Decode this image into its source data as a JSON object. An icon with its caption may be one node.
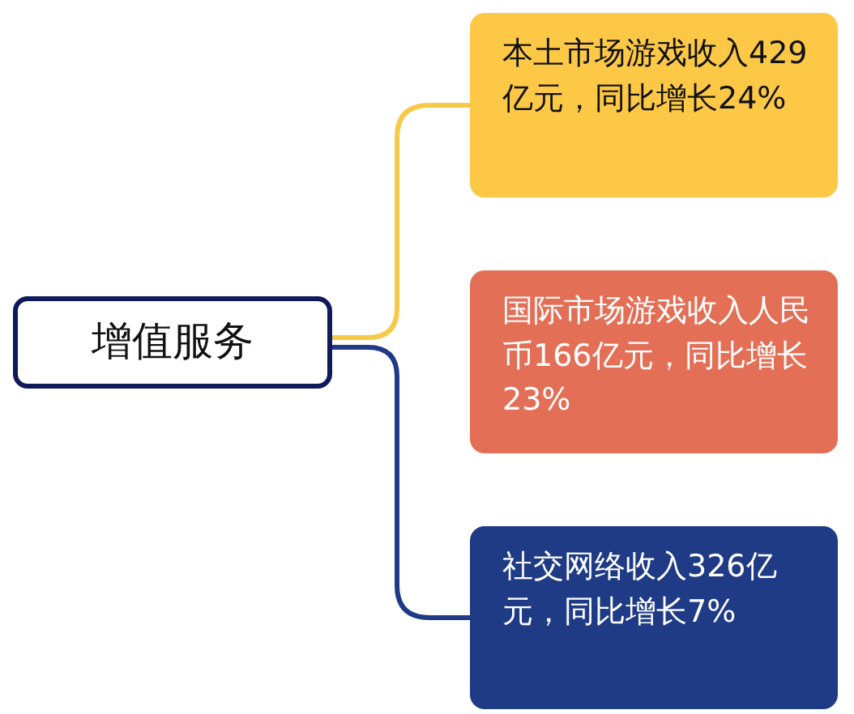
{
  "diagram": {
    "nodes": [
      {
        "text": [
          "增值服务"
        ]
      },
      {
        "text": [
          "本土市场游戏收入429亿元，同比增长24%"
        ]
      },
      {
        "text": [
          "国际市场游戏收入人民币166亿元，同比增长23%"
        ]
      },
      {
        "text": [
          "社交网络收入326亿元，同比增长7%"
        ]
      }
    ],
    "edges": [
      {
        "from": 0,
        "to": 1,
        "arrow": "none",
        "color": "#f7c948"
      },
      {
        "from": 0,
        "to": 3,
        "arrow": "none",
        "color": "#1f3b86"
      }
    ]
  }
}
